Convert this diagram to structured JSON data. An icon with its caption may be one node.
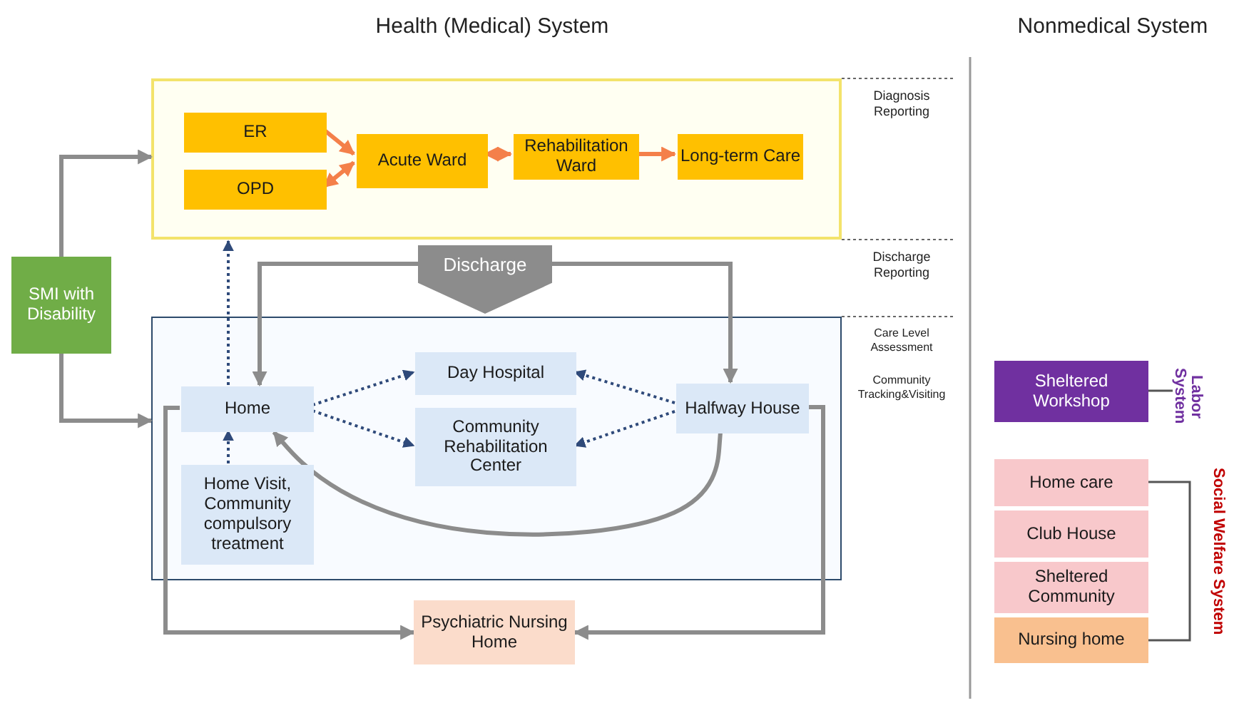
{
  "diagram": {
    "nodes": [
      {
        "text": [],
        "shape": "box"
      },
      {
        "text": [
          "ER"
        ],
        "in": 0
      },
      {
        "text": [
          "OPD"
        ],
        "in": 0
      },
      {
        "text": [
          "Acute Ward"
        ],
        "in": 0
      },
      {
        "text": [
          "Rehabilitation Ward"
        ],
        "in": 0
      },
      {
        "text": [
          "Long-term Care"
        ],
        "in": 0
      },
      {
        "text": [
          "SMI with Disability"
        ]
      },
      {
        "text": [
          "Discharge"
        ]
      },
      {
        "text": [],
        "shape": "box"
      },
      {
        "text": [
          "Home"
        ],
        "in": 8
      },
      {
        "text": [
          "Day Hospital"
        ],
        "in": 8
      },
      {
        "text": [
          "Community Rehabilitation Center"
        ],
        "in": 8
      },
      {
        "text": [
          "Halfway House"
        ],
        "in": 8
      },
      {
        "text": [
          "Home Visit, Community compulsory treatment"
        ],
        "in": 8
      },
      {
        "text": [
          "Psychiatric Nursing Home"
        ]
      },
      {
        "text": [
          "Sheltered Workshop"
        ]
      },
      {
        "text": [
          "Home care"
        ]
      },
      {
        "text": [
          "Club House"
        ]
      },
      {
        "text": [
          "Sheltered Community"
        ]
      },
      {
        "text": [
          "Nursing home"
        ]
      }
    ],
    "edges": [
      {
        "from": 1,
        "to": 3,
        "arrow": "to",
        "color": "#f4804a"
      },
      {
        "from": 2,
        "to": 3,
        "arrow": "both",
        "color": "#f4804a"
      },
      {
        "from": 3,
        "to": 4,
        "arrow": "both",
        "color": "#f4804a"
      },
      {
        "from": 4,
        "to": 5,
        "arrow": "to",
        "color": "#f4804a"
      },
      {
        "from": 6,
        "to": 0,
        "arrow": "to"
      },
      {
        "from": 6,
        "to": 8,
        "arrow": "to"
      },
      {
        "from": 9,
        "to": 0,
        "arrow": "to",
        "style": "dashed",
        "color": "#2f4a7a"
      },
      {
        "from": 7,
        "to": 9,
        "arrow": "to"
      },
      {
        "from": 7,
        "to": 12,
        "arrow": "to"
      },
      {
        "from": 9,
        "to": 10,
        "arrow": "to",
        "style": "dashed",
        "color": "#2f4a7a"
      },
      {
        "from": 9,
        "to": 11,
        "arrow": "to",
        "style": "dashed",
        "color": "#2f4a7a"
      },
      {
        "from": 12,
        "to": 10,
        "arrow": "to",
        "style": "dashed",
        "color": "#2f4a7a"
      },
      {
        "from": 12,
        "to": 11,
        "arrow": "to",
        "style": "dashed",
        "color": "#2f4a7a"
      },
      {
        "from": 13,
        "to": 9,
        "arrow": "to",
        "style": "dashed",
        "color": "#2f4a7a"
      },
      {
        "from": 12,
        "to": 9,
        "arrow": "to"
      },
      {
        "from": 9,
        "to": 14,
        "arrow": "to"
      },
      {
        "from": 12,
        "to": 14,
        "arrow": "to"
      }
    ],
    "labels": [
      "Health (Medical) System",
      "Nonmedical System",
      "Diagnosis Reporting",
      "Discharge Reporting",
      "Care Level Assessment",
      "Community Tracking&Visiting",
      "Labor System",
      "Social Welfare System"
    ]
  }
}
